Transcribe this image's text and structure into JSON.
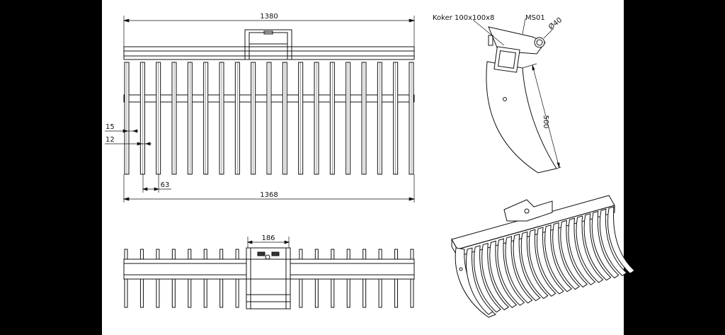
{
  "drawing": {
    "tine_count": 19,
    "dimensions": {
      "overall_width": "1380",
      "tine_span": "1368",
      "tine_pitch": "63",
      "tine_width_a": "15",
      "tine_width_b": "12",
      "bracket_width": "186",
      "tine_length": "500"
    },
    "labels": {
      "tube": "Koker 100x100x8",
      "bracket": "MS01",
      "pin_diameter": "Ø40"
    }
  }
}
